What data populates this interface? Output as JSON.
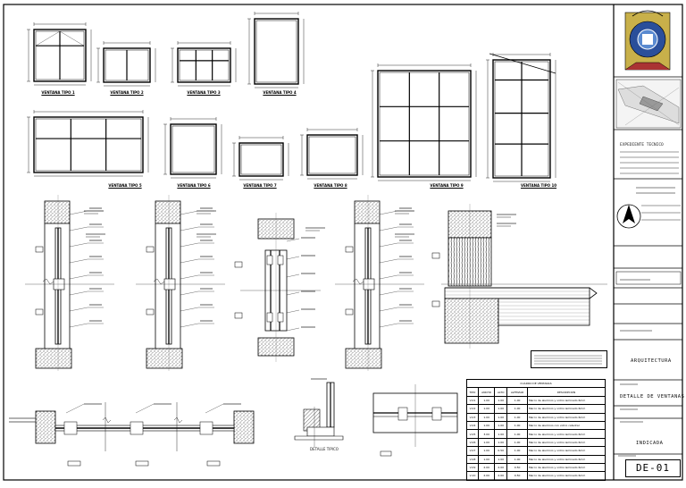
{
  "sheet": {
    "code": "DE-01"
  },
  "window_types": [
    {
      "label": "VENTANA TIPO 1"
    },
    {
      "label": "VENTANA TIPO 2"
    },
    {
      "label": "VENTANA TIPO 3"
    },
    {
      "label": "VENTANA TIPO 4"
    },
    {
      "label": "VENTANA TIPO 5"
    },
    {
      "label": "VENTANA TIPO 6"
    },
    {
      "label": "VENTANA TIPO 7"
    },
    {
      "label": "VENTANA TIPO 8"
    },
    {
      "label": "VENTANA TIPO 9"
    },
    {
      "label": "VENTANA TIPO 10"
    }
  ],
  "detail": {
    "title": "DETALLE TIPICO"
  },
  "table": {
    "title": "CUADRO DE VENTANAS",
    "headers": [
      "TIPO",
      "ANCHO",
      "ALTO",
      "ALFEIZAR",
      "DESCRIPCION"
    ],
    "rows": [
      [
        "V-01",
        "1.00",
        "1.00",
        "1.00",
        "Marco de aluminio y vidrio laminado 6mm"
      ],
      [
        "V-02",
        "1.00",
        "1.00",
        "1.00",
        "Marco de aluminio y vidrio laminado 6mm"
      ],
      [
        "V-03",
        "1.00",
        "1.00",
        "1.00",
        "Marco de aluminio y vidrio laminado 6mm"
      ],
      [
        "V-04",
        "1.00",
        "1.00",
        "1.00",
        "Marco de aluminio con vidrio catedral"
      ],
      [
        "V-05",
        "3.00",
        "1.00",
        "1.00",
        "Marco de aluminio y vidrio laminado 6mm"
      ],
      [
        "V-06",
        "1.00",
        "1.00",
        "1.00",
        "Marco de aluminio y vidrio laminado 6mm"
      ],
      [
        "V-07",
        "1.00",
        "0.50",
        "1.00",
        "Marco de aluminio y vidrio laminado 6mm"
      ],
      [
        "V-08",
        "1.00",
        "1.00",
        "1.00",
        "Marco de aluminio y vidrio laminado 6mm"
      ],
      [
        "V-09",
        "2.00",
        "2.00",
        "0.50",
        "Marco de aluminio y vidrio laminado 6mm"
      ],
      [
        "V-10",
        "2.00",
        "2.00",
        "0.50",
        "Marco de aluminio y vidrio laminado 6mm"
      ]
    ]
  },
  "title_block": {
    "field_1": "EXPEDIENTE TECNICO",
    "field_2": "ARQUITECTURA",
    "field_3": "DETALLE DE VENTANAS",
    "field_4": "INDICADA"
  }
}
